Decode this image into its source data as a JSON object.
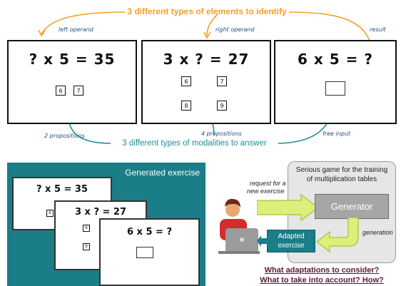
{
  "top": {
    "heading": "3 different types of elements to identify",
    "label_left": "left operand",
    "label_right": "right operand",
    "label_result": "result"
  },
  "panels": [
    {
      "equation": "? x 5 = 35",
      "options": [
        "6",
        "7"
      ]
    },
    {
      "equation": "3 x ? = 27",
      "options": [
        "6",
        "7",
        "8",
        "9"
      ]
    },
    {
      "equation": "6 x 5 = ?"
    }
  ],
  "bottom_labels": {
    "two": "2 propositions",
    "four": "4 propositions",
    "free": "free input",
    "modalities": "3 different types of modalities to answer"
  },
  "generated": {
    "title": "Generated exercise",
    "eq1": "? x 5 = 35",
    "eq2": "3 x ? = 27",
    "eq3": "6 x 5 = ?",
    "opt_a": "6",
    "opt_b": "6",
    "opt_c": "8"
  },
  "serious": {
    "box_title_line1": "Serious game for the training",
    "box_title_line2": "of multiplication tables",
    "request_line1": "request for a",
    "request_line2": "new exercise",
    "generator": "Generator",
    "generation": "generation",
    "adapted_line1": "Adapted",
    "adapted_line2": "exercise"
  },
  "questions": {
    "q1": "What adaptations to consider?",
    "q2": "What to take into account? How?"
  },
  "colors": {
    "orange": "#f5a028",
    "teal": "#1d8f97",
    "teal_bg": "#1a7d87",
    "lime": "#d9f07a",
    "adapted_bg": "#1a7d87"
  }
}
